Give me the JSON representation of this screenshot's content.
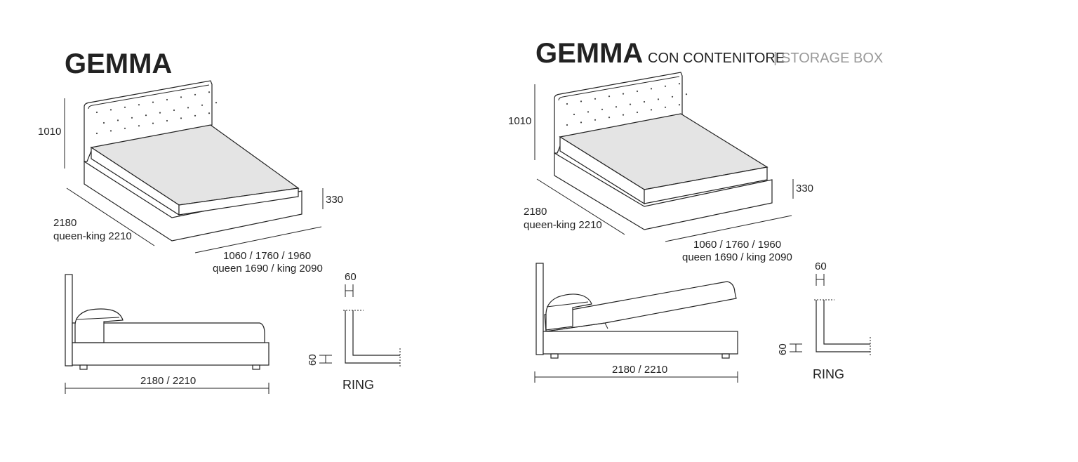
{
  "left": {
    "title": "GEMMA",
    "height_label": "1010",
    "base_height_label": "330",
    "length_label": "2180",
    "length_alt_label": "queen-king 2210",
    "width_label": "1060 / 1760 / 1960",
    "width_alt_label": "queen 1690 / king 2090",
    "side_length_label": "2180 / 2210",
    "ring_top_label": "60",
    "ring_side_label": "60",
    "ring_label": "RING"
  },
  "right": {
    "title": "GEMMA",
    "subtitle": "CON CONTENITORE",
    "separator": "|",
    "subtitle_en": "STORAGE BOX",
    "height_label": "1010",
    "base_height_label": "330",
    "length_label": "2180",
    "length_alt_label": "queen-king 2210",
    "width_label": "1060 / 1760 / 1960",
    "width_alt_label": "queen 1690 / king 2090",
    "side_length_label": "2180 / 2210",
    "ring_top_label": "60",
    "ring_side_label": "60",
    "ring_label": "RING"
  },
  "colors": {
    "line": "#222222",
    "mattress": "#e4e4e4",
    "subtitle_grey": "#999999"
  }
}
